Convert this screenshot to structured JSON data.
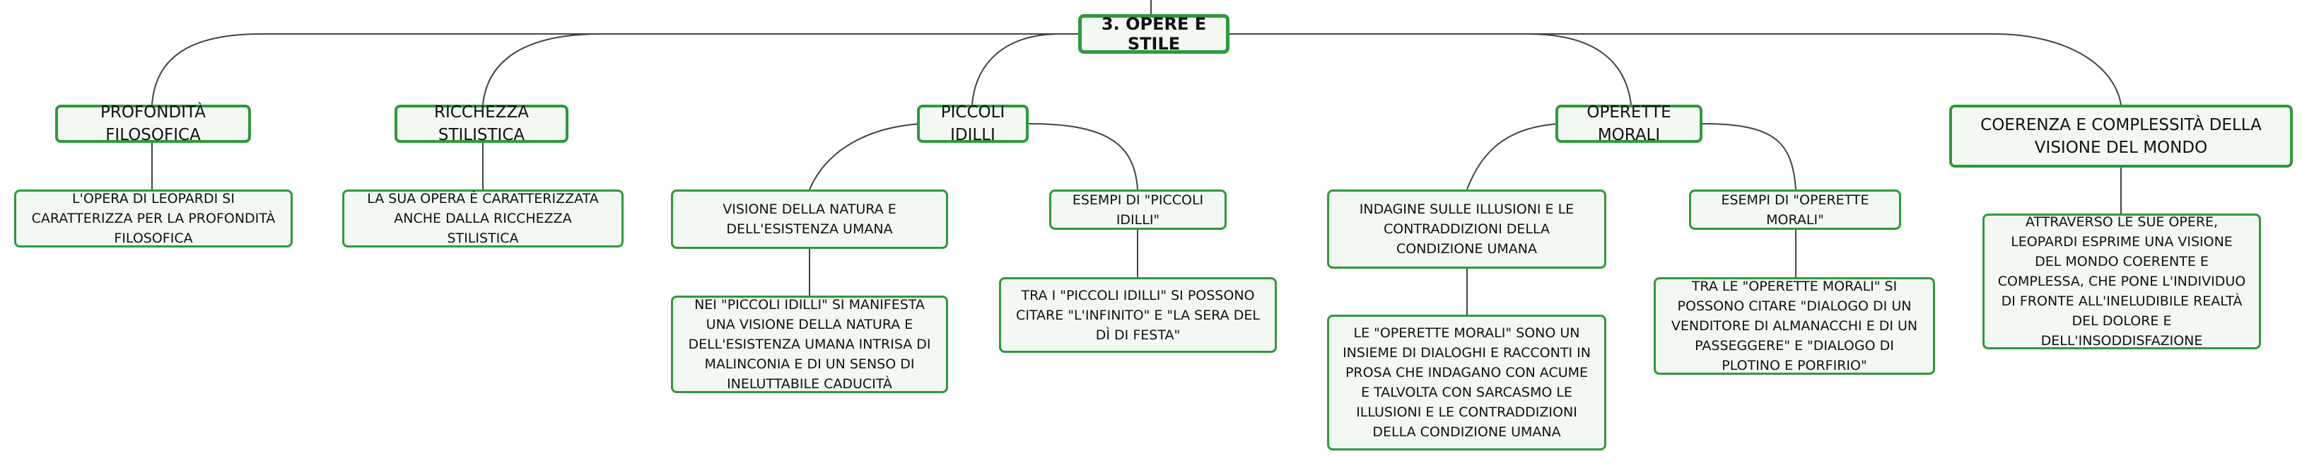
{
  "root": {
    "label": "3. OPERE E STILE"
  },
  "branches": [
    {
      "label": "PROFONDITÀ FILOSOFICA",
      "children": [
        {
          "label": "L'OPERA DI LEOPARDI SI CARATTERIZZA PER LA PROFONDITÀ FILOSOFICA"
        }
      ]
    },
    {
      "label": "RICCHEZZA STILISTICA",
      "children": [
        {
          "label": "LA SUA OPERA È CARATTERIZZATA ANCHE DALLA RICCHEZZA STILISTICA"
        }
      ]
    },
    {
      "label": "PICCOLI IDILLI",
      "children": [
        {
          "label": "VISIONE DELLA NATURA E DELL'ESISTENZA UMANA",
          "children": [
            {
              "label": "NEI \"PICCOLI IDILLI\" SI MANIFESTA UNA VISIONE DELLA NATURA E DELL'ESISTENZA UMANA INTRISA DI MALINCONIA E DI UN SENSO DI INELUTTABILE CADUCITÀ"
            }
          ]
        },
        {
          "label": "ESEMPI DI \"PICCOLI IDILLI\"",
          "children": [
            {
              "label": "TRA I \"PICCOLI IDILLI\" SI POSSONO CITARE \"L'INFINITO\" E \"LA SERA DEL DÌ DI FESTA\""
            }
          ]
        }
      ]
    },
    {
      "label": "OPERETTE MORALI",
      "children": [
        {
          "label": "INDAGINE SULLE ILLUSIONI E LE CONTRADDIZIONI DELLA CONDIZIONE UMANA",
          "children": [
            {
              "label": "LE \"OPERETTE MORALI\" SONO UN INSIEME DI DIALOGHI E RACCONTI IN PROSA CHE INDAGANO CON ACUME E TALVOLTA CON SARCASMO LE ILLUSIONI E LE CONTRADDIZIONI DELLA CONDIZIONE UMANA"
            }
          ]
        },
        {
          "label": "ESEMPI DI \"OPERETTE MORALI\"",
          "children": [
            {
              "label": "TRA LE \"OPERETTE MORALI\" SI POSSONO CITARE \"DIALOGO DI UN VENDITORE DI ALMANACCHI E DI UN PASSEGGERE\" E \"DIALOGO DI PLOTINO E PORFIRIO\""
            }
          ]
        }
      ]
    },
    {
      "label": "COERENZA E COMPLESSITÀ DELLA VISIONE DEL MONDO",
      "children": [
        {
          "label": "ATTRAVERSO LE SUE OPERE, LEOPARDI ESPRIME UNA VISIONE DEL MONDO COERENTE E COMPLESSA, CHE PONE L'INDIVIDUO DI FRONTE ALL'INELUDIBILE REALTÀ DEL DOLORE E DELL'INSODDISFAZIONE"
        }
      ]
    }
  ],
  "colors": {
    "node_border": "#2e9a3b",
    "node_fill": "#f3f8f3",
    "connector": "#444444"
  }
}
